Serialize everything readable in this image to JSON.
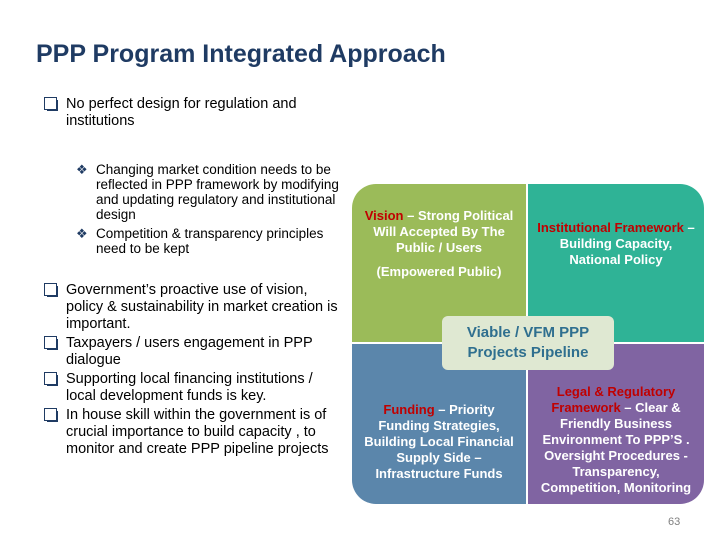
{
  "title": "PPP Program Integrated Approach",
  "bullets": [
    "No perfect design for regulation and institutions",
    "Government’s proactive use of vision, policy & sustainability in market creation is important.",
    "Taxpayers / users engagement in PPP dialogue",
    "Supporting local financing institutions / local development funds is key.",
    "In house skill within the government is of crucial importance to build capacity , to monitor and create PPP pipeline projects"
  ],
  "sub_bullets": [
    "Changing market condition needs to be reflected in PPP framework by modifying and updating regulatory and institutional design",
    "Competition & transparency principles need to be kept"
  ],
  "diagram": {
    "center": "Viable / VFM PPP Projects Pipeline",
    "top_left": {
      "highlight": "Vision",
      "text": " – Strong Political Will Accepted By The Public / Users",
      "sub": "(Empowered Public)"
    },
    "top_right": {
      "highlight": "Institutional Framework",
      "text": " – Building Capacity, National Policy"
    },
    "bottom_left": {
      "highlight": "Funding",
      "text": " – Priority Funding Strategies, Building Local  Financial Supply Side – Infrastructure Funds"
    },
    "bottom_right": {
      "highlight": "Legal & Regulatory Framework",
      "text": " – Clear & Friendly Business Environment To PPP’S . Oversight Procedures - Transparency, Competition, Monitoring"
    }
  },
  "page_number": "63",
  "colors": {
    "title": "#1f3b63",
    "quad_top_left": "#9bbb59",
    "quad_top_right": "#2fb396",
    "quad_bottom_left": "#5b86ab",
    "quad_bottom_right": "#8064a2",
    "center_box": "#dfe8d2",
    "highlight": "#c00000"
  }
}
